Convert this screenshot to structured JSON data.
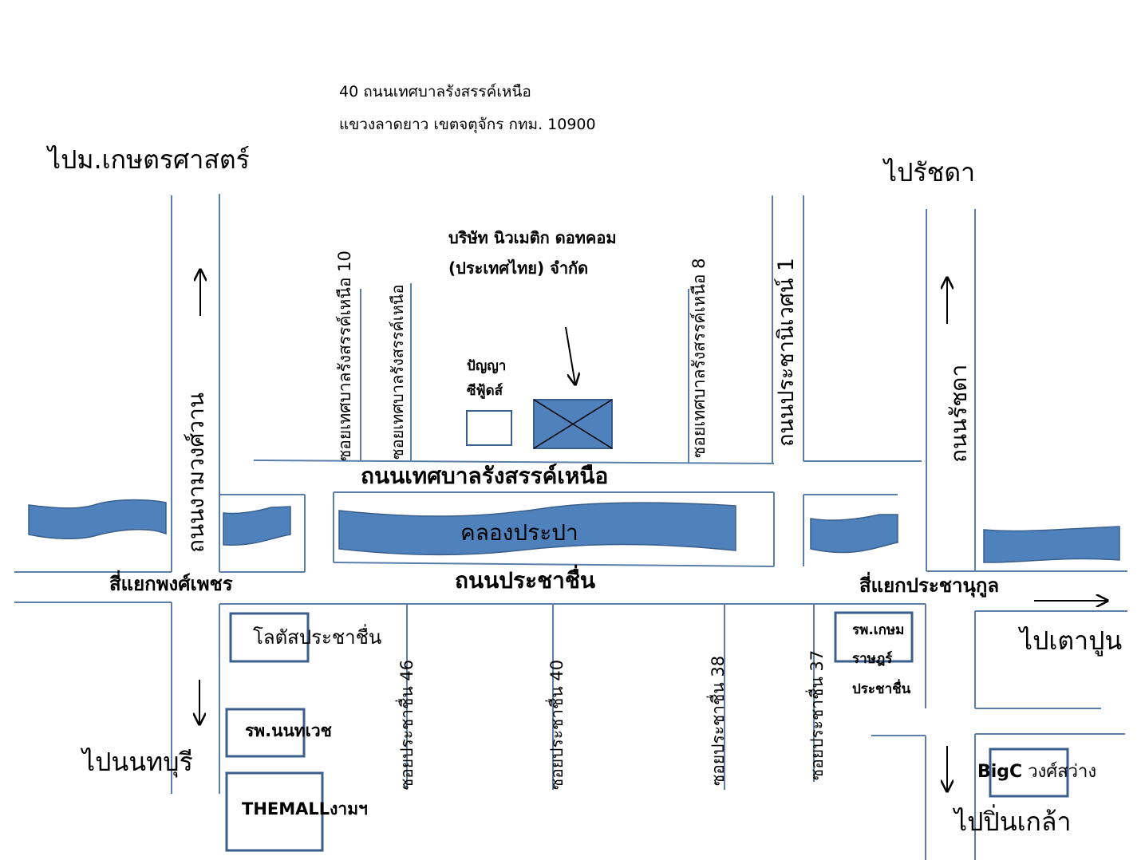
{
  "address": {
    "line1": "40 ถนนเทศบาลรังสรรค์เหนือ",
    "line2": "แขวงลาดยาว เขตจตุจักร กทม. 10900"
  },
  "destinations": {
    "kasetsart": "ไปม.เกษตรศาสตร์",
    "ratchada": "ไปรัชดา",
    "nonthaburi": "ไปนนทบุรี",
    "taopoon": "ไปเตาปูน",
    "pinklao": "ไปปิ่นเกล้า"
  },
  "company": {
    "line1": "บริษัท นิวเมติก ดอทคอม",
    "line2": "(ประเทศไทย) จำกัด"
  },
  "seafood": {
    "line1": "ปัญญา",
    "line2": "ซีฟู้ดส์"
  },
  "roads": {
    "ngamwongwan": "ถนนงามวงศ์วาน",
    "soi_10": "ซอยเทศบาลรังสรรค์เหนือ 10",
    "soi_plain": "ซอยเทศบาลรังสรรค์เหนือ",
    "soi_8": "ซอยเทศบาลรังสรรค์เหนือ 8",
    "prachaniwet": "ถนนประชานิเวศน์ 1",
    "ratchada": "ถนนรัชดา",
    "thesaban_north": "ถนนเทศบาลรังสรรค์เหนือ",
    "prachachuen": "ถนนประชาชื่น",
    "soi_46": "ซอยประชาชื่น 46",
    "soi_40": "ซอยประชาชื่น 40",
    "soi_38": "ซอยประชาชื่น 38",
    "soi_37": "ซอยประชาชื่น 37"
  },
  "canal": "คลองประปา",
  "intersections": {
    "pongphet": "สี่แยกพงศ์เพชร",
    "prachanukul": "สี่แยกประชานุกูล"
  },
  "landmarks": {
    "lotus": "โลตัสประชาชื่น",
    "nonthavej": "รพ.นนทเวช",
    "themall": "THEMALLงามฯ",
    "kasemrad_1": "รพ.เกษม",
    "kasemrad_2": "ราษฎร์",
    "kasemrad_3": "ประชาชื่น",
    "bigc_brand": "BigC",
    "bigc_branch": " วงศ์สว่าง"
  },
  "colors": {
    "road_line": "#5b7fa8",
    "canal_fill": "#4f81bd",
    "canal_stroke": "#3a5f8c",
    "company_fill": "#4f81bd"
  }
}
